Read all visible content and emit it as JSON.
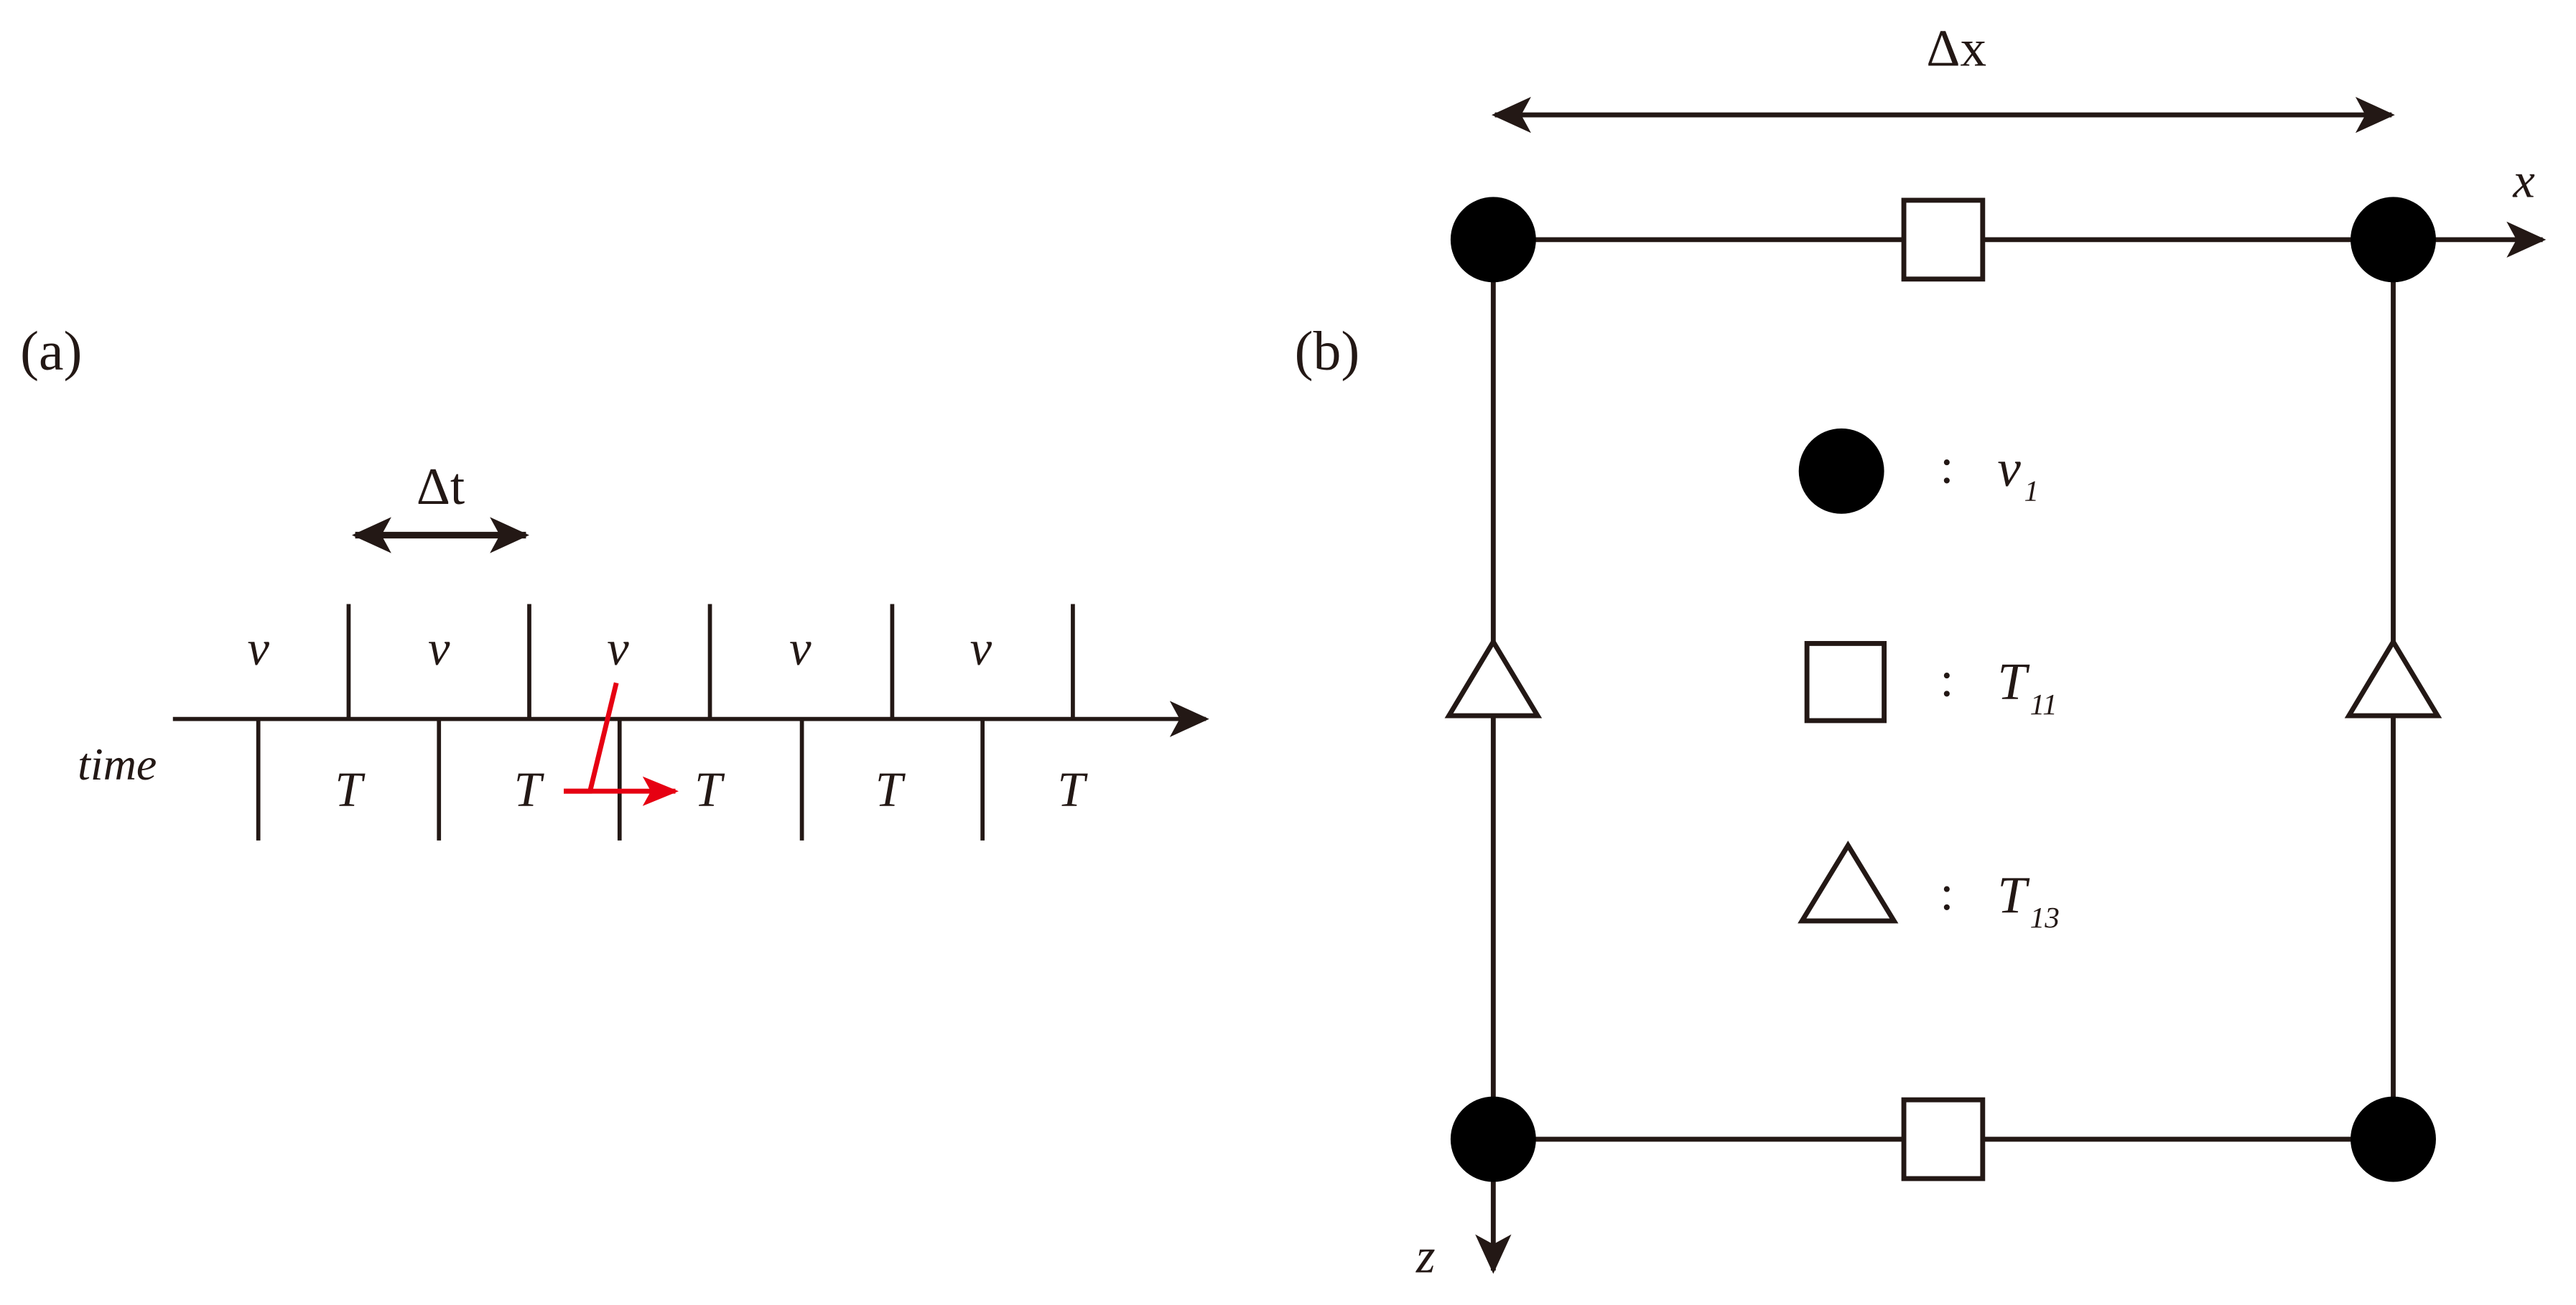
{
  "panel_a": {
    "label": "(a)",
    "dt_label": "Δt",
    "axis_label": "time",
    "v_label": "v",
    "t_label": "T",
    "v_cells": [
      "v",
      "v",
      "v",
      "v",
      "v"
    ],
    "t_cells": [
      "T",
      "T",
      "T",
      "T",
      "T"
    ],
    "highlight_color": "#e60012"
  },
  "panel_b": {
    "label": "(b)",
    "dx_label": "Δx",
    "x_axis_label": "x",
    "z_axis_label": "z",
    "legend": [
      {
        "symbol": "filled-circle",
        "sep": ":",
        "name": "v",
        "sub": "1"
      },
      {
        "symbol": "open-square",
        "sep": ":",
        "name": "T",
        "sub": "11"
      },
      {
        "symbol": "open-triangle",
        "sep": ":",
        "name": "T",
        "sub": "13"
      }
    ]
  },
  "colors": {
    "ink": "#231815",
    "accent": "#e60012"
  }
}
